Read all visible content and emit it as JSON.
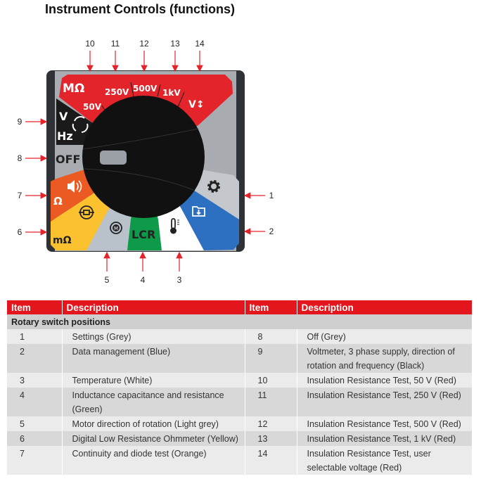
{
  "title": "Instrument Controls (functions)",
  "colors": {
    "red": "#e3242b",
    "black": "#1a1a1a",
    "orange": "#ec5a24",
    "yellow": "#fcc12e",
    "light_grey": "#b9c2ca",
    "green": "#0f9a4a",
    "white": "#ffffff",
    "blue": "#2d6fc0",
    "grey": "#a8acb0",
    "header_red": "#e3161d"
  },
  "diagram": {
    "labels": {
      "megohm": "MΩ",
      "v50": "50V",
      "v250": "250V",
      "v500": "500V",
      "kv1": "1kV",
      "vsel": "V↕",
      "volt": "V",
      "hz": "Hz",
      "off": "OFF",
      "ohm": "Ω",
      "milliohm": "mΩ",
      "lcr": "LCR",
      "motor": "M"
    },
    "callouts": {
      "c1": "1",
      "c2": "2",
      "c3": "3",
      "c4": "4",
      "c5": "5",
      "c6": "6",
      "c7": "7",
      "c8": "8",
      "c9": "9",
      "c10": "10",
      "c11": "11",
      "c12": "12",
      "c13": "13",
      "c14": "14"
    },
    "icons": [
      "speaker-icon",
      "gear-icon",
      "folder-download-icon",
      "thermometer-icon",
      "motor-rotation-icon",
      "low-resistance-icon",
      "phase-rotation-icon"
    ]
  },
  "table": {
    "headers": [
      "Item",
      "Description",
      "Item",
      "Description"
    ],
    "section": "Rotary switch positions",
    "rows": [
      {
        "i1": "1",
        "d1": "Settings (Grey)",
        "i2": "8",
        "d2": "Off (Grey)"
      },
      {
        "i1": "2",
        "d1": "Data management (Blue)",
        "i2": "9",
        "d2": "Voltmeter, 3 phase supply, direction of rotation and frequency (Black)"
      },
      {
        "i1": "3",
        "d1": "Temperature (White)",
        "i2": "10",
        "d2": "Insulation Resistance Test, 50 V (Red)"
      },
      {
        "i1": "4",
        "d1": "Inductance capacitance and resistance (Green)",
        "i2": "11",
        "d2": "Insulation Resistance Test, 250 V (Red)"
      },
      {
        "i1": "5",
        "d1": "Motor direction of rotation (Light grey)",
        "i2": "12",
        "d2": "Insulation Resistance Test, 500 V (Red)"
      },
      {
        "i1": "6",
        "d1": "Digital Low Resistance Ohmmeter (Yellow)",
        "i2": "13",
        "d2": "Insulation Resistance Test, 1 kV (Red)"
      },
      {
        "i1": "7",
        "d1": "Continuity and diode test (Orange)",
        "i2": "14",
        "d2": "Insulation Resistance Test, user selectable voltage (Red)"
      }
    ]
  }
}
